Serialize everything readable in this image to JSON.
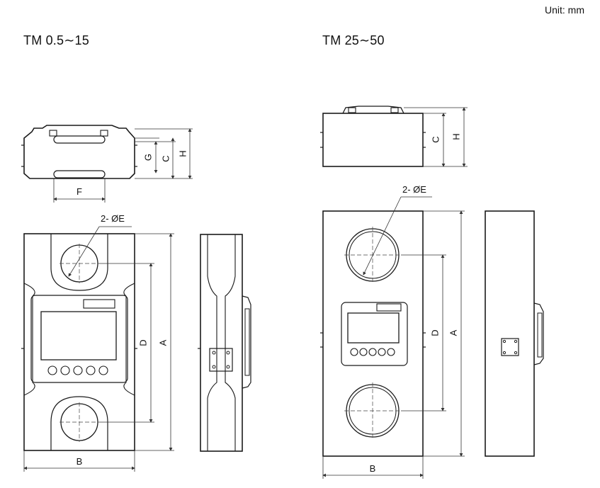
{
  "unit_label": "Unit: mm",
  "models": [
    {
      "title": "TM 0.5∼15",
      "labels": {
        "A": "A",
        "B": "B",
        "C": "C",
        "D": "D",
        "F": "F",
        "G": "G",
        "H": "H",
        "hole": "2- ØE"
      }
    },
    {
      "title": "TM 25∼50",
      "labels": {
        "A": "A",
        "B": "B",
        "C": "C",
        "D": "D",
        "H": "H",
        "hole": "2- ØE"
      }
    }
  ],
  "colors": {
    "line": "#1a1a1a",
    "dim": "#333333"
  }
}
